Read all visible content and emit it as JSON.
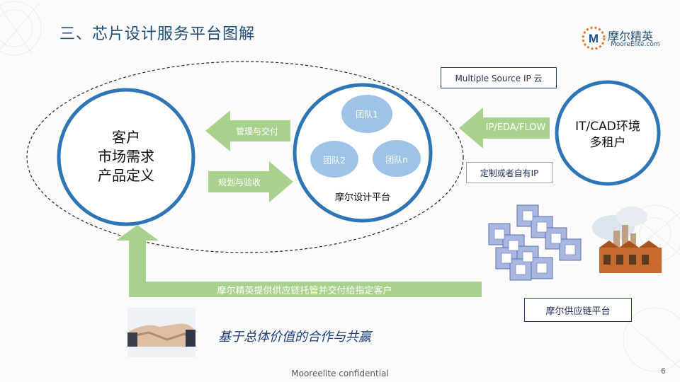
{
  "title": "三、芯片设计服务平台图解",
  "logo": {
    "cn": "摩尔精英",
    "en": "MooreElite.com",
    "mark": "M"
  },
  "customer": {
    "line1": "客户",
    "line2": "市场需求",
    "line3": "产品定义"
  },
  "arrows": {
    "manage": "管理与交付",
    "plan": "规划与验收",
    "ipflow": "IP/EDA/FLOW",
    "supply": "摩尔精英提供供应链托管并交付给指定客户"
  },
  "platform": {
    "label": "摩尔设计平台",
    "team1": "团队1",
    "team2": "团队2",
    "teamn": "团队n"
  },
  "cloud": {
    "line1": "IT/CAD环境",
    "line2": "多租户"
  },
  "ip_cloud_label": "Multiple Source IP 云",
  "custom_ip_label": "定制或者自有IP",
  "supply_platform_label": "摩尔供应链平台",
  "slogan": "基于总体价值的合作与共赢",
  "footer": "Mooreelite confidential",
  "page_number": "6",
  "colors": {
    "ring": "#2e75b6",
    "arrow": "#a9d18e",
    "team": "#9dc3e6",
    "title": "#1f4e79"
  }
}
